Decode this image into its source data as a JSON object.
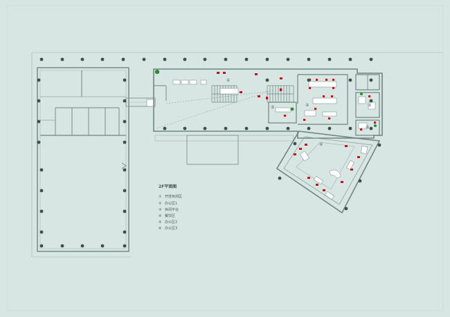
{
  "plan": {
    "title": "2F平面图",
    "legend": [
      {
        "num": "①",
        "label": "开放休闲区"
      },
      {
        "num": "②",
        "label": "办公区1"
      },
      {
        "num": "③",
        "label": "休闲平台"
      },
      {
        "num": "④",
        "label": "餐饮区"
      },
      {
        "num": "⑤",
        "label": "办公区2"
      },
      {
        "num": "⑥",
        "label": "办公区3"
      }
    ],
    "room_markers": [
      "①",
      "②",
      "③",
      "④",
      "⑤",
      "⑥"
    ]
  },
  "colors": {
    "background": "#d7e6e2",
    "wall": "#6f8480",
    "column": "#3f4f4c",
    "furniture": "#c0141e",
    "plant": "#2e8a38"
  }
}
